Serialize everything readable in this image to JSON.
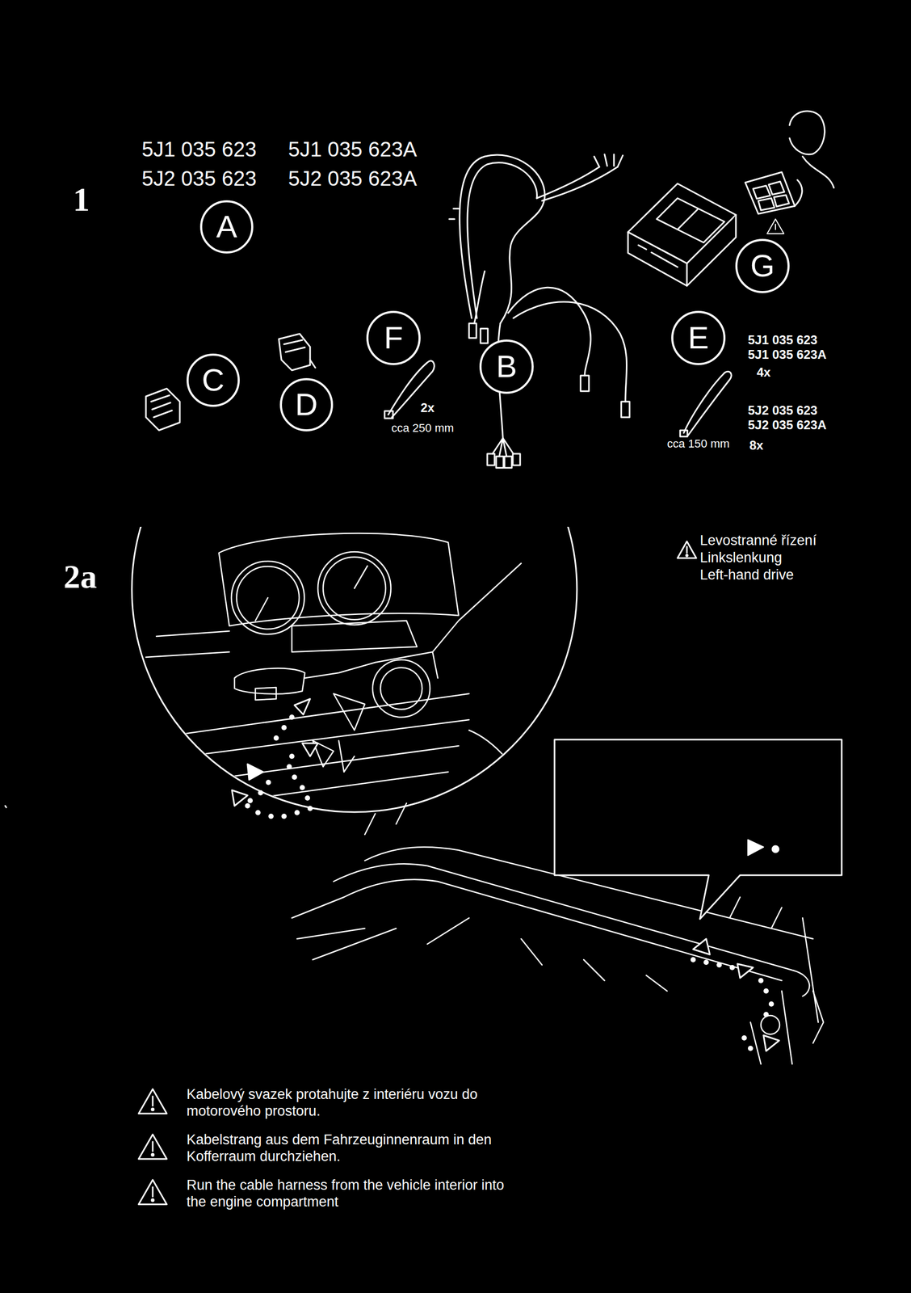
{
  "diagram": {
    "nodes": [
      {
        "text": [
          "A"
        ]
      },
      {
        "text": [
          "G"
        ]
      },
      {
        "text": [
          "F"
        ]
      },
      {
        "text": [
          "E"
        ]
      },
      {
        "text": [
          "B"
        ]
      },
      {
        "text": [
          "C"
        ]
      },
      {
        "text": [
          "D"
        ]
      }
    ],
    "labels": [
      "1",
      "5J1 035 623",
      "5J1 035 623A",
      "5J2 035 623",
      "5J2 035 623A",
      "2x",
      "cca 250 mm",
      "cca 150 mm",
      "5J1 035 623",
      "5J1 035 623A",
      "4x",
      "5J2 035 623",
      "5J2 035 623A",
      "8x",
      "2a",
      "Levostranné řízení",
      "Linkslenkung",
      "Left-hand drive",
      "Kabelový svazek protahujte z interiéru vozu do motorového prostoru.",
      "Kabelstrang aus dem Fahrzeuginnenraum in den Kofferraum durchziehen.",
      "Run the cable harness from the vehicle interior into the engine compartment"
    ]
  }
}
